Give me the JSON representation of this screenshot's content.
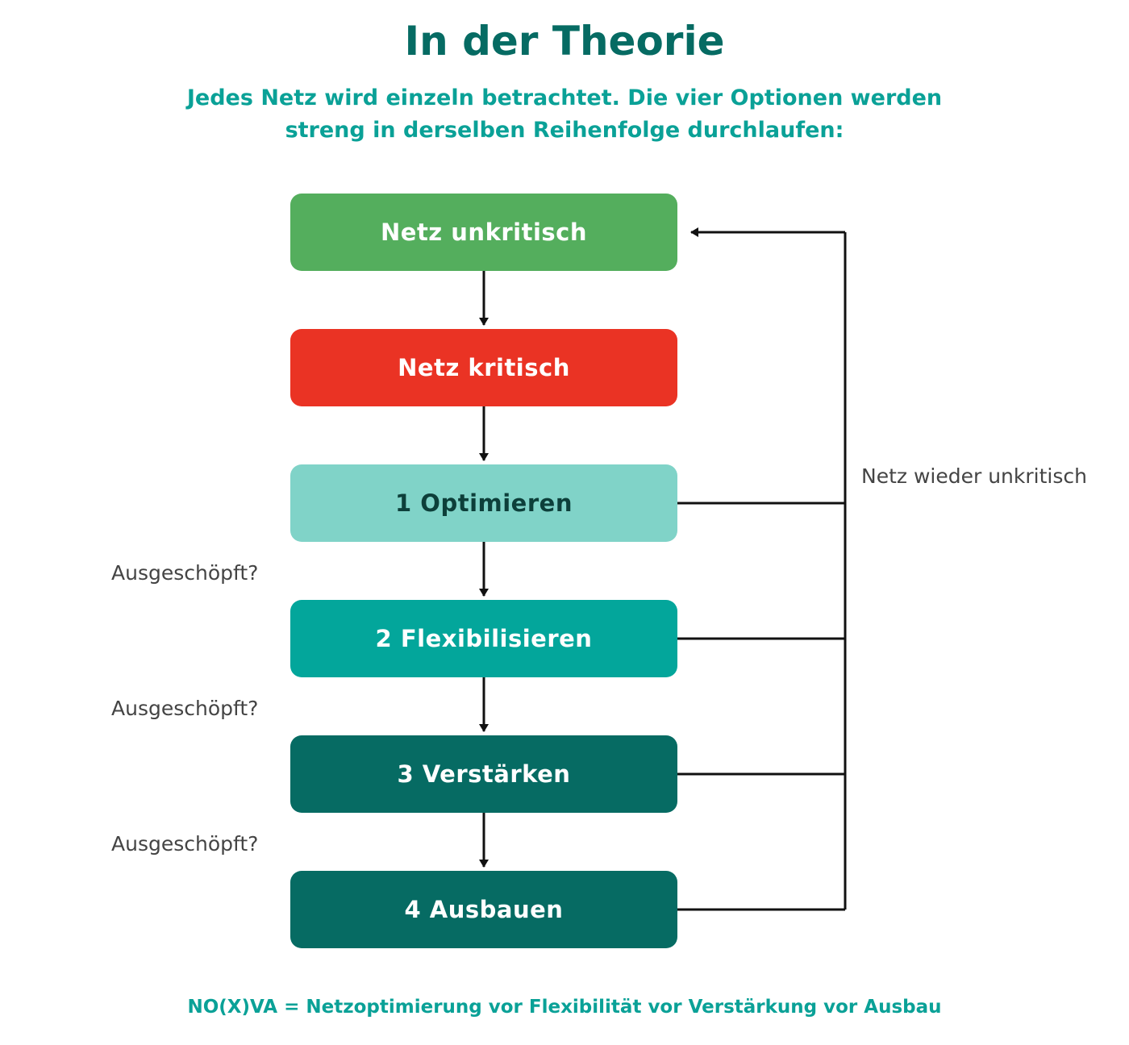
{
  "title": "In der Theorie",
  "subtitle_line1": "Jedes Netz wird einzeln betrachtet. Die vier Optionen werden",
  "subtitle_line2": "streng in derselben Reihenfolge durchlaufen:",
  "steps": [
    {
      "label": "Netz unkritisch",
      "color": "#54ae5d",
      "text_color": "#ffffff"
    },
    {
      "label": "Netz kritisch",
      "color": "#ea3324",
      "text_color": "#ffffff"
    },
    {
      "label": "1 Optimieren",
      "color": "#80d3c8",
      "text_color": "#0d3f3a"
    },
    {
      "label": "2 Flexibilisieren",
      "color": "#03a69b",
      "text_color": "#ffffff"
    },
    {
      "label": "3 Verstärken",
      "color": "#066b63",
      "text_color": "#ffffff"
    },
    {
      "label": "4 Ausbauen",
      "color": "#066b63",
      "text_color": "#ffffff"
    }
  ],
  "decision_labels": [
    "Ausgeschöpft?",
    "Ausgeschöpft?",
    "Ausgeschöpft?"
  ],
  "feedback_label": "Netz wieder unkritisch",
  "footer": "NO(X)VA = Netzoptimierung vor Flexibilität vor Verstärkung vor Ausbau"
}
